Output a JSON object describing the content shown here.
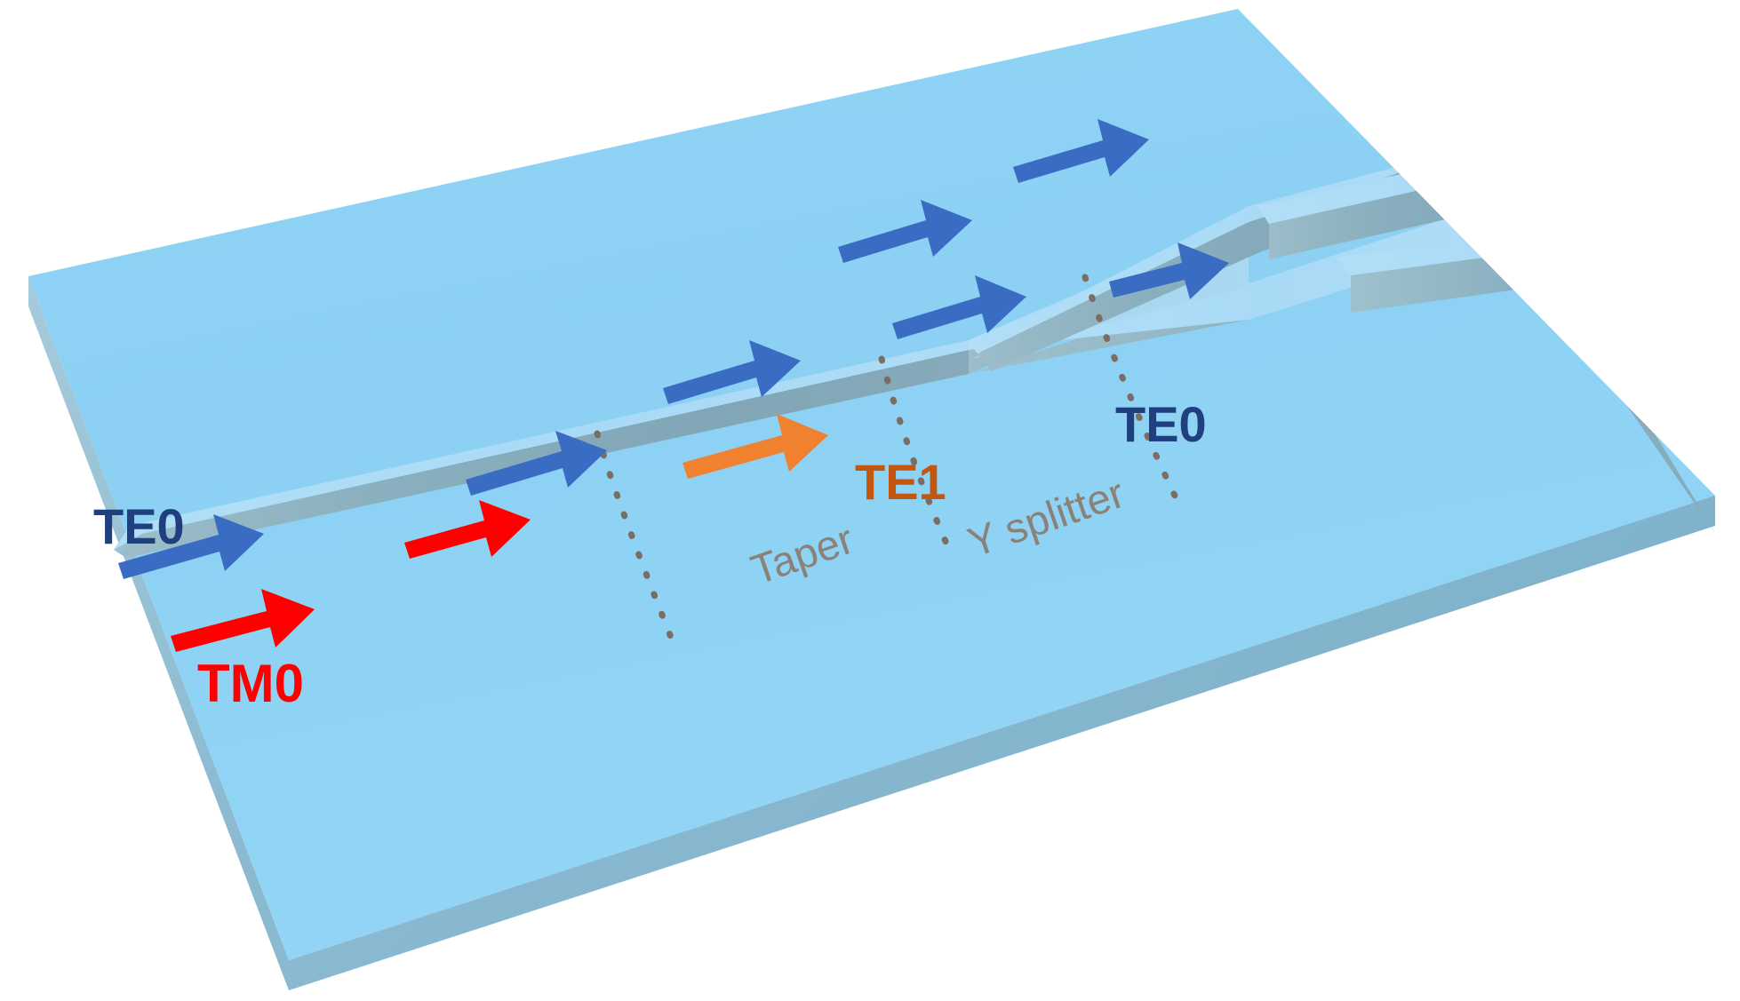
{
  "figure": {
    "kind": "photonic-waveguide-3d-schematic",
    "background_color": "#FFFFFF"
  },
  "palette": {
    "slab_top": "#8ED2F4",
    "slab_top_light": "#A2DAF7",
    "slab_edge_front": "#7FB6CE",
    "slab_edge_right": "#86BDD4",
    "ridge_top": "#AEDDF6",
    "ridge_side": "#8CAFBD",
    "ridge_side_dark": "#7FA3B2",
    "arrow_blue": "#3B6CC4",
    "arrow_red": "#FF0000",
    "arrow_orange": "#F0812F",
    "label_blue": "#1F3F7E",
    "label_red": "#FF0000",
    "label_orange": "#C4570F",
    "label_gray": "#8A8279",
    "dotted_line": "#7A6E62"
  },
  "labels": {
    "input_te0": "TE0",
    "input_tm0": "TM0",
    "mid_te1": "TE1",
    "output_te0": "TE0",
    "taper": "Taper",
    "y_splitter": "Y splitter"
  },
  "arrows": {
    "input_te0": {
      "color": "#3B6CC4",
      "mode": "TE0",
      "position": "input-top"
    },
    "input_tm0": {
      "color": "#FF0000",
      "mode": "TM0",
      "position": "input-bottom"
    },
    "waveguide_1": {
      "color": "#3B6CC4",
      "mode": "TE0",
      "position": "pre-taper"
    },
    "waveguide_2": {
      "color": "#FF0000",
      "mode": "TM0",
      "position": "pre-taper-lower"
    },
    "taper_te0": {
      "color": "#3B6CC4",
      "mode": "TE0",
      "position": "taper"
    },
    "taper_te1": {
      "color": "#F0812F",
      "mode": "TE1",
      "position": "taper-output"
    },
    "branch_upper_mid": {
      "color": "#3B6CC4",
      "mode": "TE0",
      "position": "upper-branch"
    },
    "branch_upper_out": {
      "color": "#3B6CC4",
      "mode": "TE0",
      "position": "upper-branch-output"
    },
    "branch_lower_mid": {
      "color": "#3B6CC4",
      "mode": "TE0",
      "position": "lower-branch"
    },
    "branch_lower_out": {
      "color": "#3B6CC4",
      "mode": "TE0",
      "position": "lower-branch-output"
    }
  },
  "markers": {
    "dotted_divider_taper_start": "taper-start-boundary",
    "dotted_divider_taper_end": "taper-end-boundary",
    "dotted_divider_splitter_end": "y-splitter-end-boundary"
  },
  "structure": {
    "substrate": "slab",
    "input_waveguide": "single-mode strip",
    "taper_section": "adiabatic width taper",
    "splitter_section": "Y branch, two outputs",
    "output_branches": 2
  }
}
